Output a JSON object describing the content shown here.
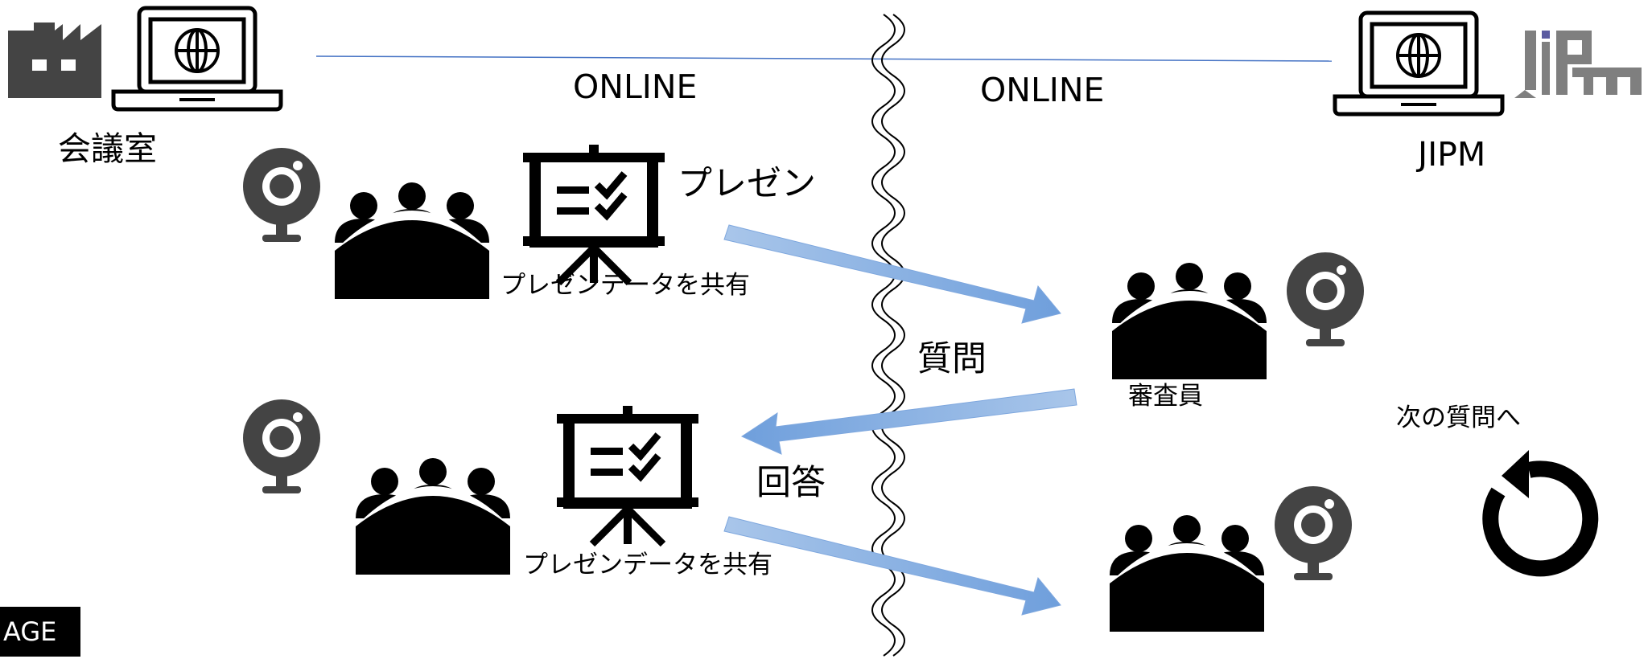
{
  "labels": {
    "online_left": "ONLINE",
    "online_right": "ONLINE",
    "conference_room": "会議室",
    "jipm": "JIPM",
    "presentation": "プレゼン",
    "share_data_1": "プレゼンデータを共有",
    "share_data_2": "プレゼンデータを共有",
    "question": "質問",
    "answer": "回答",
    "examiners": "審査員",
    "next_question": "次の質問へ",
    "age_tag": "AGE"
  },
  "icons": [
    "factory-icon",
    "laptop-globe-icon",
    "webcam-icon",
    "group-meeting-icon",
    "presentation-board-icon",
    "arrow-icon",
    "refresh-icon",
    "jipm-logo"
  ],
  "colors": {
    "arrow_fill_start": "#a9c6ea",
    "arrow_fill_end": "#6f9fdc",
    "online_line": "#4472c4",
    "icon_dark": "#444444",
    "logo_gray": "#7f7f7f",
    "logo_accent": "#5a5aa0"
  }
}
